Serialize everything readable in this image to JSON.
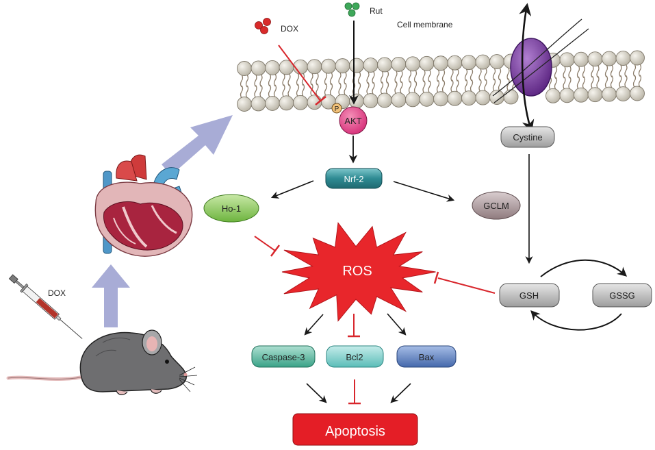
{
  "labels": {
    "dox_top": "DOX",
    "rut": "Rut",
    "cell_membrane": "Cell membrane",
    "phospho": "P",
    "akt": "AKT",
    "nrf2": "Nrf-2",
    "ho1": "Ho-1",
    "gclm": "GCLM",
    "cystine": "Cystine",
    "ros": "ROS",
    "gsh": "GSH",
    "gssg": "GSSG",
    "caspase3": "Caspase-3",
    "bcl2": "Bcl2",
    "bax": "Bax",
    "apoptosis": "Apoptosis",
    "dox_syringe": "DOX"
  },
  "colors": {
    "lipid_head": "#d9d5c9",
    "lipid_tail": "#8a7b68",
    "transporter": "#7b3fa0",
    "akt": "#e2468a",
    "phospho": "#f2c27a",
    "nrf2": "#2e8b93",
    "ho1": "#7cc04f",
    "gclm": "#a99699",
    "grey_box": "#b6b6b6",
    "ros": "#e8262b",
    "caspase3": "#4fb39a",
    "bcl2": "#6fc9c4",
    "bax": "#5377b8",
    "apoptosis": "#e41e26",
    "inhibit": "#d8262c",
    "big_arrow": "#a8acd6",
    "dox_particle": "#d92a2a",
    "rut_particle": "#3ea85a"
  },
  "icons": [
    "heart-illustration",
    "mouse-illustration",
    "syringe-illustration"
  ]
}
